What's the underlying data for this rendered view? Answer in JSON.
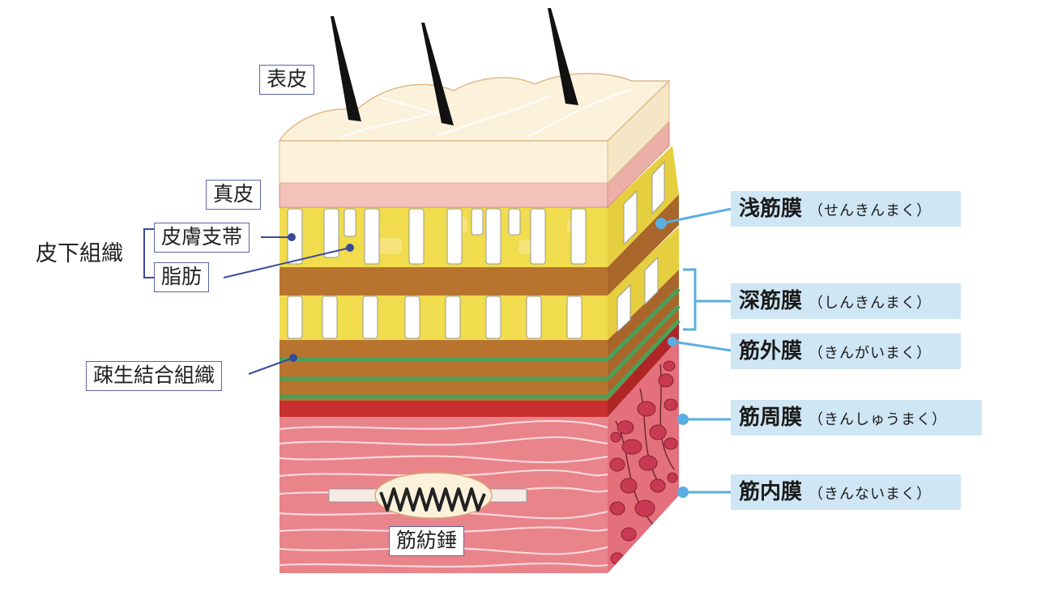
{
  "labels": {
    "epidermis": "表皮",
    "dermis": "真皮",
    "subcutaneous": "皮下組織",
    "retinacula": "皮膚支帯",
    "fat": "脂肪",
    "loose_tissue": "疎生結合組織",
    "spindle": "筋紡錘"
  },
  "fascia": [
    {
      "name": "浅筋膜",
      "reading": "（せんきんまく）"
    },
    {
      "name": "深筋膜",
      "reading": "（しんきんまく）"
    },
    {
      "name": "筋外膜",
      "reading": "（きんがいまく）"
    },
    {
      "name": "筋周膜",
      "reading": "（きんしゅうまく）"
    },
    {
      "name": "筋内膜",
      "reading": "（きんないまく）"
    }
  ],
  "colors": {
    "epidermis": "#fcf2dc",
    "dermis": "#f2c2bb",
    "fat": "#f0dc4c",
    "fascia": "#b8742e",
    "green_line": "#4aa05a",
    "perimysium": "#c82f2f",
    "muscle": "#e8848a",
    "fiber_end": "#c83a52",
    "callout": "#5aaee0",
    "label_border": "#5a66a8"
  }
}
